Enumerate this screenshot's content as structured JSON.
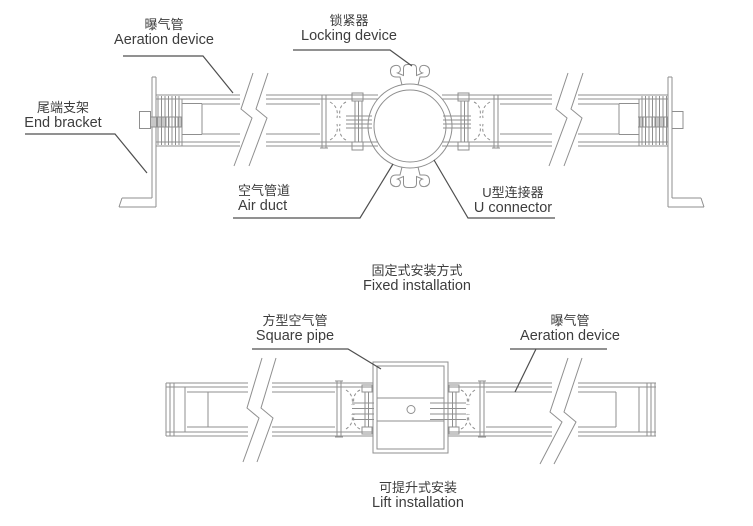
{
  "palette": {
    "background": "#ffffff",
    "drawing_line": "#8f8f8f",
    "leader_line": "#4f4f4f",
    "text": "#3d3d3d"
  },
  "fixed_diagram": {
    "caption": {
      "zh": "固定式安装方式",
      "en": "Fixed installation"
    },
    "labels": {
      "aeration_device": {
        "zh": "曝气管",
        "en": "Aeration device"
      },
      "locking_device": {
        "zh": "锁紧器",
        "en": "Locking device"
      },
      "end_bracket": {
        "zh": "尾端支架",
        "en": "End bracket"
      },
      "air_duct": {
        "zh": "空气管道",
        "en": "Air duct"
      },
      "u_connector": {
        "zh": "U型连接器",
        "en": "U connector"
      }
    }
  },
  "lift_diagram": {
    "caption": {
      "zh": "可提升式安装",
      "en": "Lift installation"
    },
    "labels": {
      "square_pipe": {
        "zh": "方型空气管",
        "en": "Square pipe"
      },
      "aeration_device": {
        "zh": "曝气管",
        "en": "Aeration device"
      }
    }
  }
}
